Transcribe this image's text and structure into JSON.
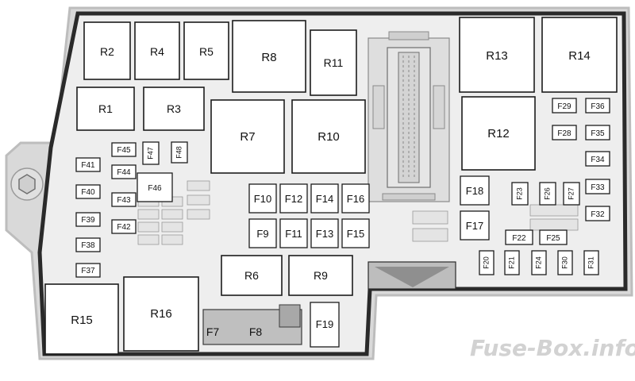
{
  "diagram": {
    "relays": [
      "R2",
      "R4",
      "R5",
      "R8",
      "R11",
      "R13",
      "R14",
      "R1",
      "R3",
      "R7",
      "R10",
      "R12",
      "R6",
      "R9",
      "R15",
      "R16"
    ],
    "fuses_center": [
      "F10",
      "F12",
      "F14",
      "F16",
      "F9",
      "F11",
      "F13",
      "F15",
      "F18",
      "F17",
      "F19",
      "F7",
      "F8"
    ],
    "fuses_left": [
      "F45",
      "F47",
      "F48",
      "F41",
      "F44",
      "F46",
      "F40",
      "F43",
      "F39",
      "F42",
      "F38",
      "F37"
    ],
    "fuses_right": [
      "F29",
      "F36",
      "F28",
      "F35",
      "F34",
      "F23",
      "F26",
      "F27",
      "F33",
      "F32",
      "F22",
      "F25",
      "F20",
      "F21",
      "F24",
      "F30",
      "F31"
    ]
  },
  "watermark": "Fuse-Box.info"
}
